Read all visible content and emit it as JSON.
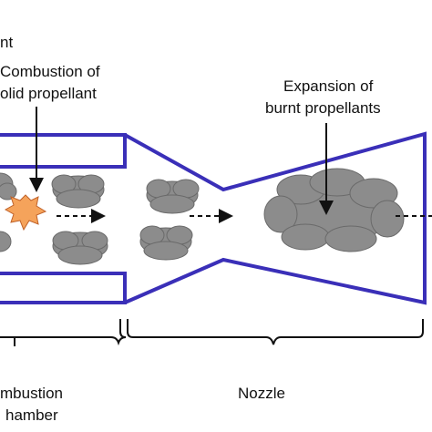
{
  "labels": {
    "top_partial": "nt",
    "combustion_line1": "Combustion of",
    "combustion_line2": "olid propellant",
    "expansion_line1": "Expansion of",
    "expansion_line2": "burnt propellants",
    "chamber_line1": "mbustion",
    "chamber_line2": "hamber",
    "nozzle": "Nozzle"
  },
  "colors": {
    "outline": "#3a2fb8",
    "cloud_fill": "#8c8c8c",
    "cloud_stroke": "#6a6a6a",
    "flame_fill": "#f5a35b",
    "flame_stroke": "#c0622a",
    "text": "#111111"
  }
}
